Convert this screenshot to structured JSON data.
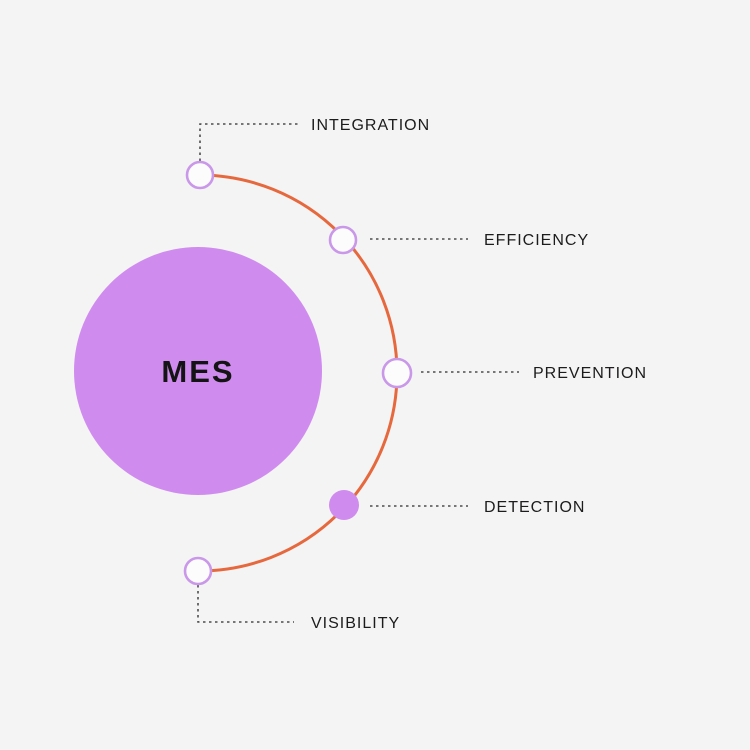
{
  "diagram": {
    "title": "MES benefits diagram",
    "center_label": "MES",
    "colors": {
      "background": "#f5f4f5",
      "center_circle": "#cf8cee",
      "arc": "#e6693e",
      "node_border": "#c998e8",
      "node_fill_active": "#cf8cee",
      "connector": "#4d4d4d",
      "label_text": "#1c1c1c"
    },
    "nodes": [
      {
        "label": "INTEGRATION",
        "filled": false
      },
      {
        "label": "EFFICIENCY",
        "filled": false
      },
      {
        "label": "PREVENTION",
        "filled": false
      },
      {
        "label": "DETECTION",
        "filled": true
      },
      {
        "label": "VISIBILITY",
        "filled": false
      }
    ]
  }
}
